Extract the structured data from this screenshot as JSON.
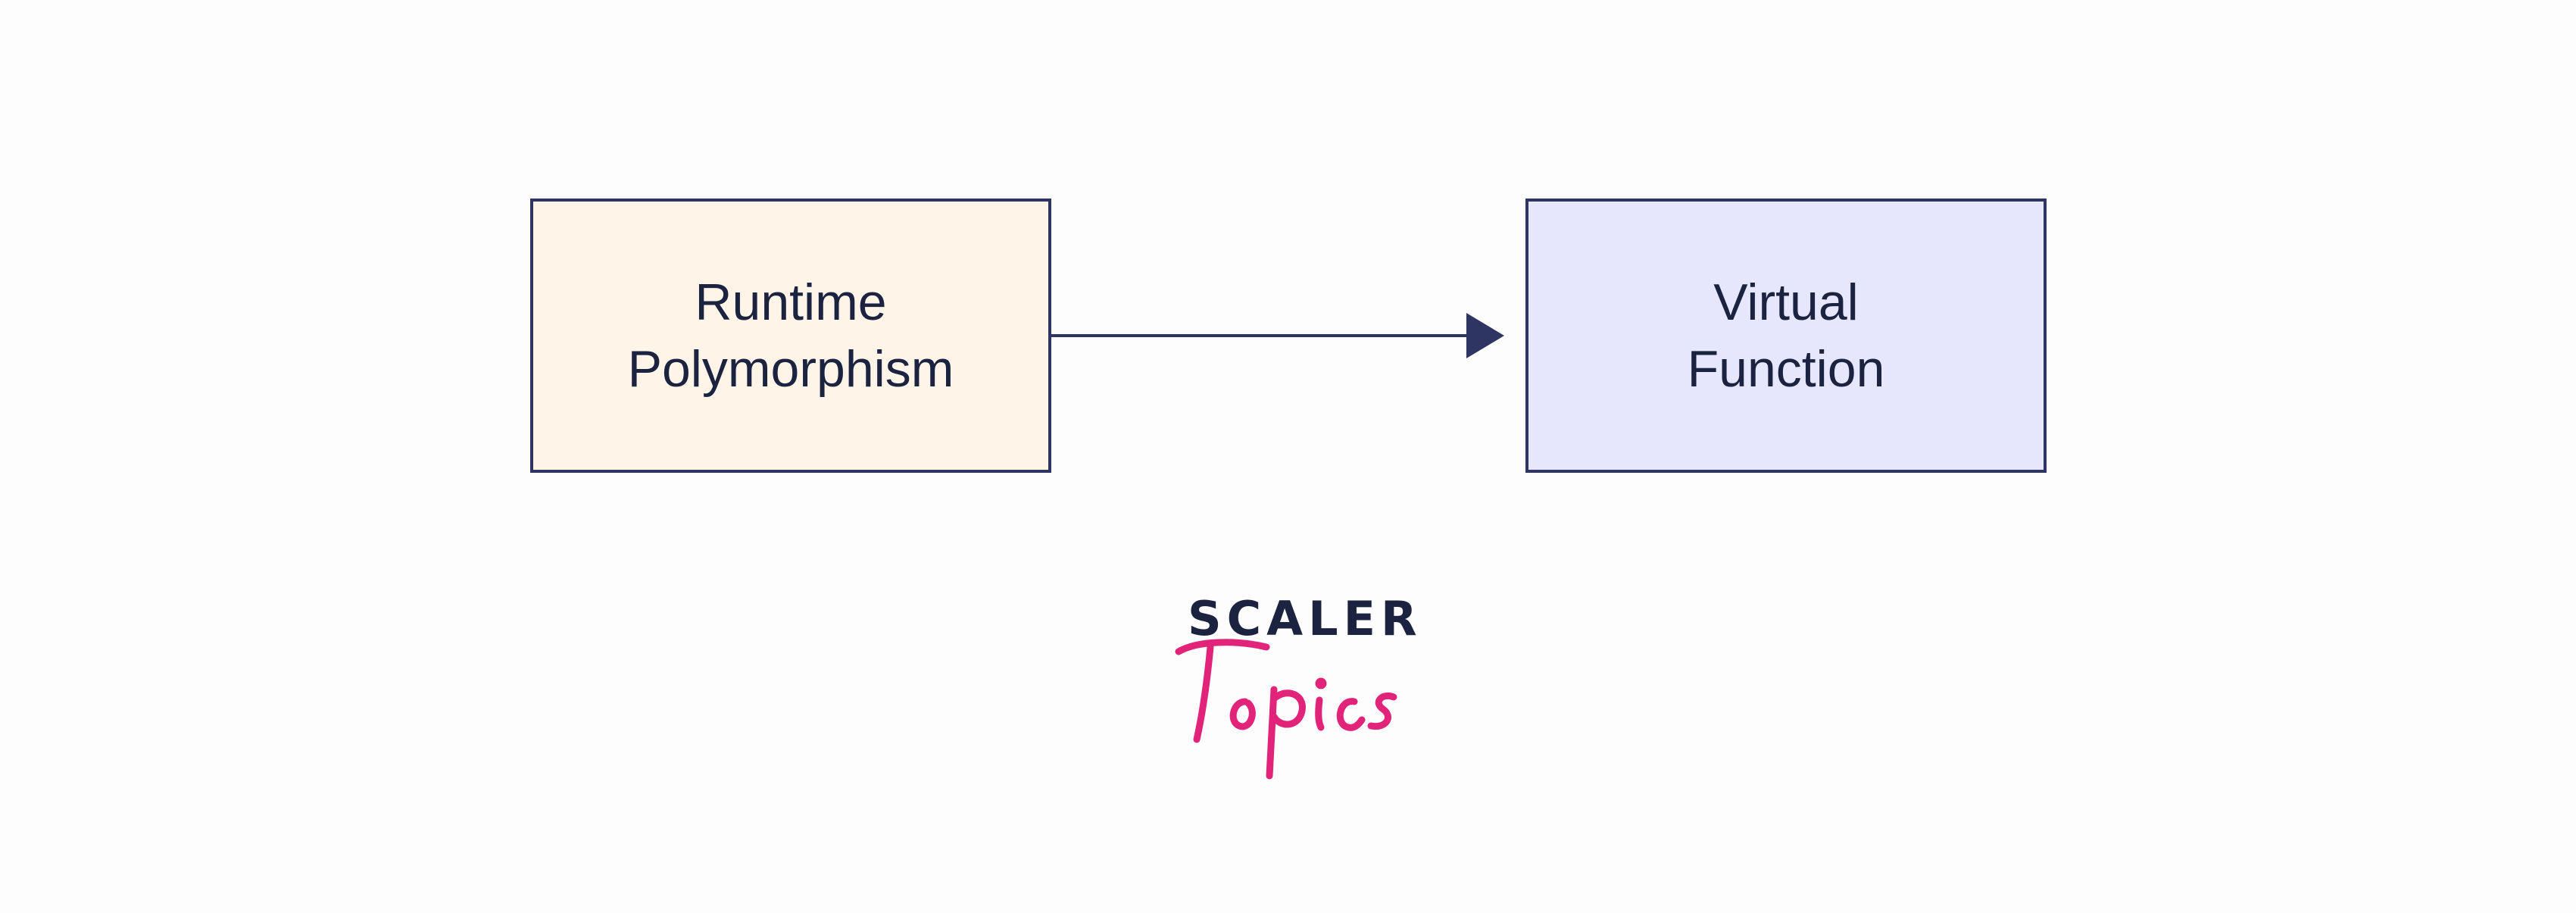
{
  "nodes": [
    {
      "id": "runtime-polymorphism",
      "lines": [
        "Runtime",
        "Polymorphism"
      ]
    },
    {
      "id": "virtual-function",
      "lines": [
        "Virtual",
        "Function"
      ]
    }
  ],
  "edges": [
    {
      "from": "runtime-polymorphism",
      "to": "virtual-function"
    }
  ],
  "logo": {
    "word": "SCALER",
    "script": "Topics"
  },
  "colors": {
    "node_left_fill": "#fef4e7",
    "node_right_fill": "#e6e6fd",
    "stroke": "#2f3563",
    "text": "#1c2340",
    "logo_script": "#e2237a"
  }
}
